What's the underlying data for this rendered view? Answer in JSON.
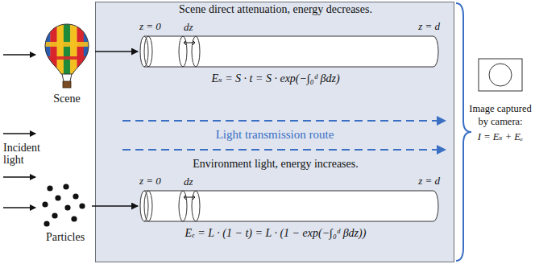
{
  "diagram": {
    "nodes": [
      {
        "text": [
          "Scene"
        ]
      },
      {
        "text": [
          "Particles"
        ]
      },
      {
        "text": [
          "Light transmission route"
        ]
      },
      {
        "text": [
          "Scene direct attenuation, energy decreases.",
          "z = 0",
          "dz",
          "z = d",
          "Eₛ = S · t = S · exp(−∫₀ᵈ βdz)"
        ],
        "in": 2
      },
      {
        "text": [
          "Environment light, energy increases.",
          "z = 0",
          "dz",
          "z = d",
          "Eₑ = L · (1 − t) = L · (1 − exp(−∫₀ᵈ βdz))"
        ],
        "in": 2
      },
      {
        "text": [
          "Image captured by camera:",
          "I = Eₛ + Eₑ"
        ]
      }
    ],
    "edges": [
      {
        "from": 0,
        "to": 3,
        "arrow": "to"
      },
      {
        "from": 1,
        "to": 4,
        "arrow": "to"
      }
    ],
    "labels": [
      "Incident light"
    ]
  }
}
